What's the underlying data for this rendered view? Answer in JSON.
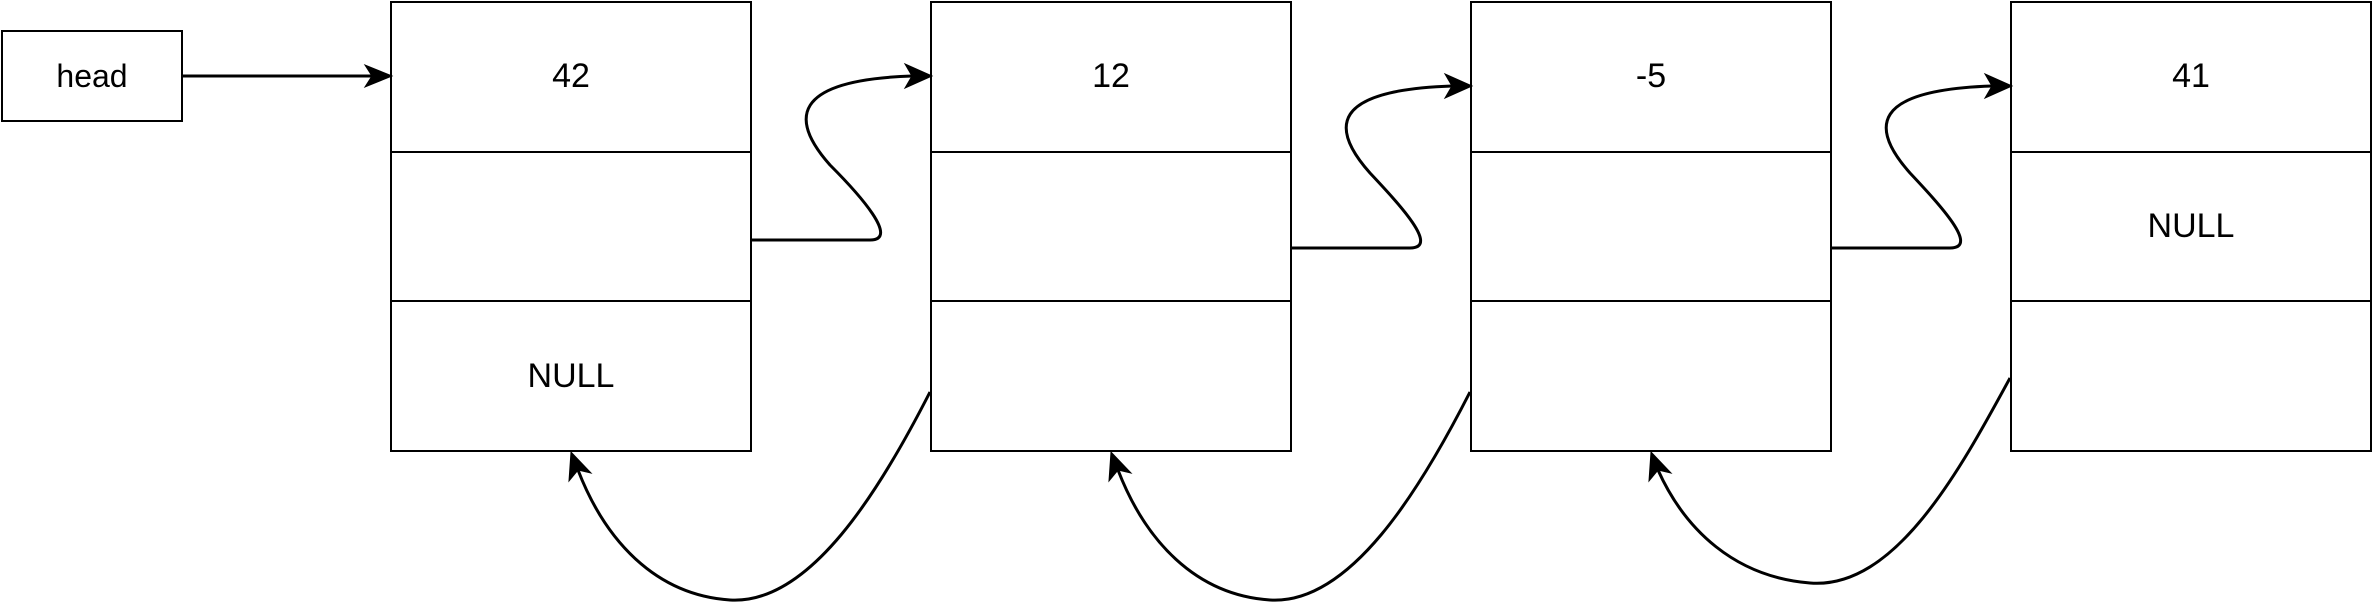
{
  "head": {
    "label": "head"
  },
  "nodes": [
    {
      "value": "42",
      "next": "",
      "prev": "NULL"
    },
    {
      "value": "12",
      "next": "",
      "prev": ""
    },
    {
      "value": "-5",
      "next": "",
      "prev": ""
    },
    {
      "value": "41",
      "next": "NULL",
      "prev": ""
    }
  ],
  "colors": {
    "stroke": "#000000",
    "background": "#ffffff"
  }
}
